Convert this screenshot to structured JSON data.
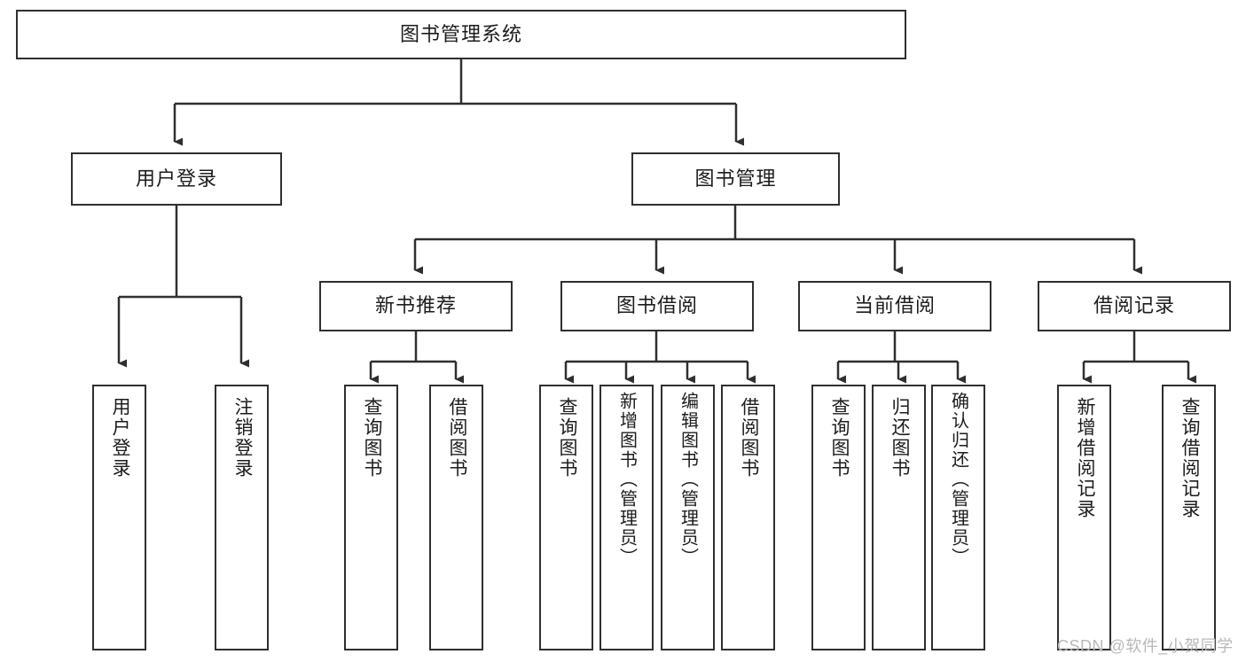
{
  "diagram": {
    "type": "hierarchy-tree",
    "root": {
      "label": "图书管理系统"
    },
    "level1": [
      {
        "label": "用户登录"
      },
      {
        "label": "图书管理"
      }
    ],
    "level2": [
      {
        "label": "新书推荐"
      },
      {
        "label": "图书借阅"
      },
      {
        "label": "当前借阅"
      },
      {
        "label": "借阅记录"
      }
    ],
    "leaves": {
      "user_login": [
        {
          "label": "用户登录"
        },
        {
          "label": "注销登录"
        }
      ],
      "new_book_recommend": [
        {
          "label": "查询图书"
        },
        {
          "label": "借阅图书"
        }
      ],
      "book_borrow": [
        {
          "label": "查询图书"
        },
        {
          "label": "新增图书（管理员）"
        },
        {
          "label": "编辑图书（管理员）"
        },
        {
          "label": "借阅图书"
        }
      ],
      "current_borrow": [
        {
          "label": "查询图书"
        },
        {
          "label": "归还图书"
        },
        {
          "label": "确认归还（管理员）"
        }
      ],
      "borrow_records": [
        {
          "label": "新增借阅记录"
        },
        {
          "label": "查询借阅记录"
        }
      ]
    }
  },
  "watermark": {
    "text": "CSDN @软件_小贺同学"
  },
  "colors": {
    "stroke": "#2f2f2f",
    "background": "#ffffff",
    "text": "#1c1c1c",
    "watermark": "#b9b9b9"
  }
}
